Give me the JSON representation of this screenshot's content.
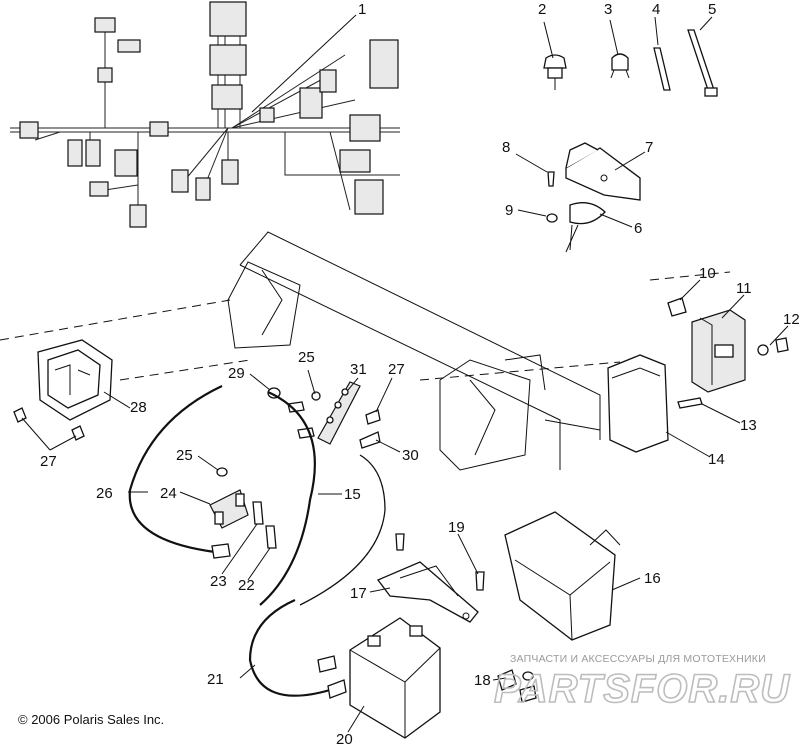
{
  "callouts": {
    "c1": "1",
    "c2": "2",
    "c3": "3",
    "c4": "4",
    "c5": "5",
    "c6": "6",
    "c7": "7",
    "c8": "8",
    "c9": "9",
    "c10": "10",
    "c11": "11",
    "c12": "12",
    "c13": "13",
    "c14": "14",
    "c15": "15",
    "c16": "16",
    "c17": "17",
    "c18": "18",
    "c19": "19",
    "c20": "20",
    "c21": "21",
    "c22": "22",
    "c23": "23",
    "c24": "24",
    "c25a": "25",
    "c25b": "25",
    "c26": "26",
    "c27a": "27",
    "c27b": "27",
    "c28": "28",
    "c29": "29",
    "c30": "30",
    "c31": "31"
  },
  "copyright": "© 2006 Polaris Sales Inc.",
  "watermark": {
    "tagline": "ЗАПЧАСТИ И АКСЕССУАРЫ ДЛЯ МОТОТЕХНИКИ",
    "logo": "PARTSFOR.RU"
  }
}
